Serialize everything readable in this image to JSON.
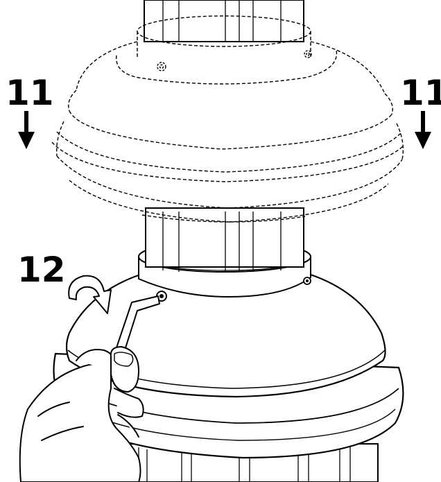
{
  "steps": {
    "left_number": "11",
    "right_number": "11",
    "lower_number": "12"
  },
  "colors": {
    "ink": "#000000",
    "paper": "#ffffff"
  }
}
